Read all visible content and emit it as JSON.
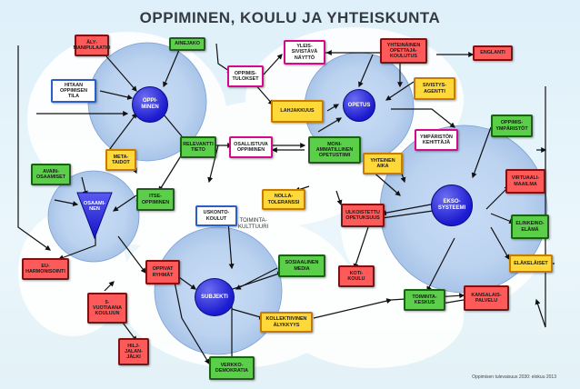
{
  "title": "OPPIMINEN, KOULU JA YHTEISKUNTA",
  "footer": "Oppimisen tulevaisuus 2030: elokuu 2013",
  "cloud_label": "TOIMINTA-\nKULTTUURI",
  "nodes": {
    "oppiminen": "OPPI-\nMINEN",
    "opetus": "OPETUS",
    "ekso": "EKSO-\nSYSTEEMI",
    "subjekti": "SUBJEKTI",
    "osaaminen": "OSAAMI-\nNEN"
  },
  "boxes": {
    "aly": "ÄLY-\nMANIPULAATIO",
    "aineja": "AINEJAKO",
    "yleis": "YLEIS-\nSIVISTÄVÄ\nNÄYTTÖ",
    "yhteinen": "YHTEINÄINEN\nOPETTAJA-\nKOULUTUS",
    "englanti": "ENGLANTI",
    "hitaan": "HITAAN\nOPPIMISEN\nTILA",
    "tulokset": "OPPIMIS-\nTULOKSET",
    "sivistys": "SIVISTYS-\nAGENTTI",
    "lahjakkuus": "LAHJAKKUUS",
    "ymparistot": "OPPIMIS-\nYMPÄRISTÖT",
    "kehittaja": "YMPÄRISTÖN\nKEHITTÄJÄ",
    "moni": "MONI-\nAMMATILLINEN\nOPETUSTIIMI",
    "relevantti": "RELEVANTTI\nTIETO",
    "osallistuva": "OSALLISTUVA\nOPPIMINEN",
    "meta": "META-\nTAIDOT",
    "aika": "YHTEINEN\nAIKA",
    "avain": "AVAIN-\nOSAAMISET",
    "virtuaali": "VIRTUAALI-\nMAAILMA",
    "itse": "ITSE-\nOPPIMINEN",
    "nolla": "NOLLA-\nTOLERANSSI",
    "uskonto": "USKONTO-\nKOULUT",
    "ulkoistettu": "ULKOISTETTU\nOPETUKSUUS",
    "elinkeino": "ELINKEINO-\nELÄMÄ",
    "harmonisointi": "EU-\nHARMONISOINTI",
    "sosiaalinen": "SOSIAALINEN\nMEDIA",
    "elakeläiset": "ELÄKELÄISET",
    "oppivat": "OPPIVAT\nRYHMÄT",
    "koti": "KOTI-\nKOULU",
    "vuotiaana": "5-\nVUOTIAANA\nKOULUUN",
    "toiminta": "TOIMINTA-\nKESKUS",
    "kansalais": "KANSALAIS-\nPALVELU",
    "kollektiivinen": "KOLLEKTIIVINEN\nÄLYKKYYS",
    "hiljainen": "HILJ-\nJALAN-\nJÄLKI",
    "verkko": "VERKKO-\nDEMOKRATIA"
  }
}
